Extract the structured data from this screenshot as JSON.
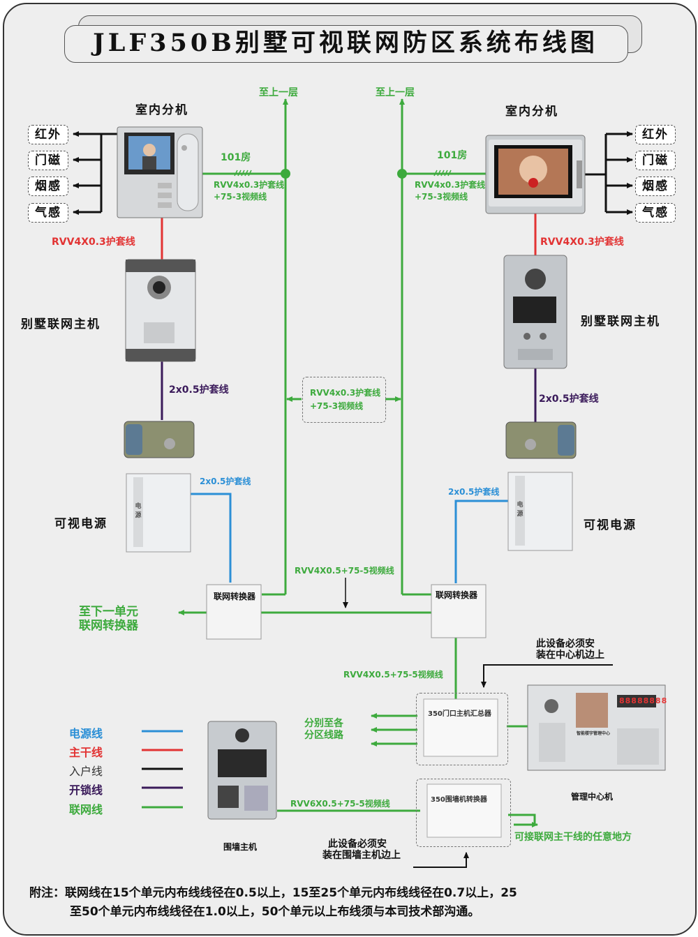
{
  "title": "JLF350B别墅可视联网防区系统布线图",
  "left": {
    "indoor_unit": "室内分机",
    "sensors": [
      "红外",
      "门磁",
      "烟感",
      "气感"
    ],
    "room": "101房",
    "room_cable_1": "RVV4x0.3护套线",
    "room_cable_2": "+75-3视频线",
    "trunk_cable": "RVV4X0.3护套线",
    "villa_host": "别墅联网主机",
    "lock_cable": "2x0.5护套线",
    "power": "可视电源",
    "power_cable": "2x0.5护套线",
    "upstairs": "至上一层",
    "converter": "联网转换器",
    "next_unit_1": "至下一单元",
    "next_unit_2": "联网转换器"
  },
  "right": {
    "indoor_unit": "室内分机",
    "sensors": [
      "红外",
      "门磁",
      "烟感",
      "气感"
    ],
    "room": "101房",
    "room_cable_1": "RVV4x0.3护套线",
    "room_cable_2": "+75-3视频线",
    "trunk_cable": "RVV4X0.3护套线",
    "villa_host": "别墅联网主机",
    "lock_cable": "2x0.5护套线",
    "power": "可视电源",
    "power_cable": "2x0.5护套线",
    "upstairs": "至上一层",
    "converter": "联网转换器"
  },
  "middle": {
    "cable_1": "RVV4x0.3护套线",
    "cable_2": "+75-3视频线",
    "bus_cable": "RVV4X0.5+75-5视频线"
  },
  "bottom": {
    "bus_cable_2": "RVV4X0.5+75-5视频线",
    "install_center_1": "此设备必须安",
    "install_center_2": "装在中心机边上",
    "gate_hub": "350门口主机汇总器",
    "zones_1": "分别至各",
    "zones_2": "分区线路",
    "center": "管理中心机",
    "center_screen_label": "智能楼宇管理中心",
    "center_display": "88888888",
    "wall_cable": "RVV6X0.5+75-5视频线",
    "wall_converter": "350围墙机转换器",
    "wall_host": "围墙主机",
    "install_wall_1": "此设备必须安",
    "install_wall_2": "装在围墙主机边上",
    "any_trunk": "可接联网主干线的任意地方",
    "power_box_label": "电源"
  },
  "legend": [
    {
      "label": "电源线",
      "color": "#2b8fd6"
    },
    {
      "label": "主干线",
      "color": "#e23333"
    },
    {
      "label": "入户线",
      "color": "#111111"
    },
    {
      "label": "开锁线",
      "color": "#3a1a5a"
    },
    {
      "label": "联网线",
      "color": "#3daa3d"
    }
  ],
  "note_line_1": "附注：联网线在15个单元内布线线径在0.5以上，15至25个单元内布线线径在0.7以上，25",
  "note_line_2": "至50个单元内布线线径在1.0以上，50个单元以上布线须与本司技术部沟通。"
}
